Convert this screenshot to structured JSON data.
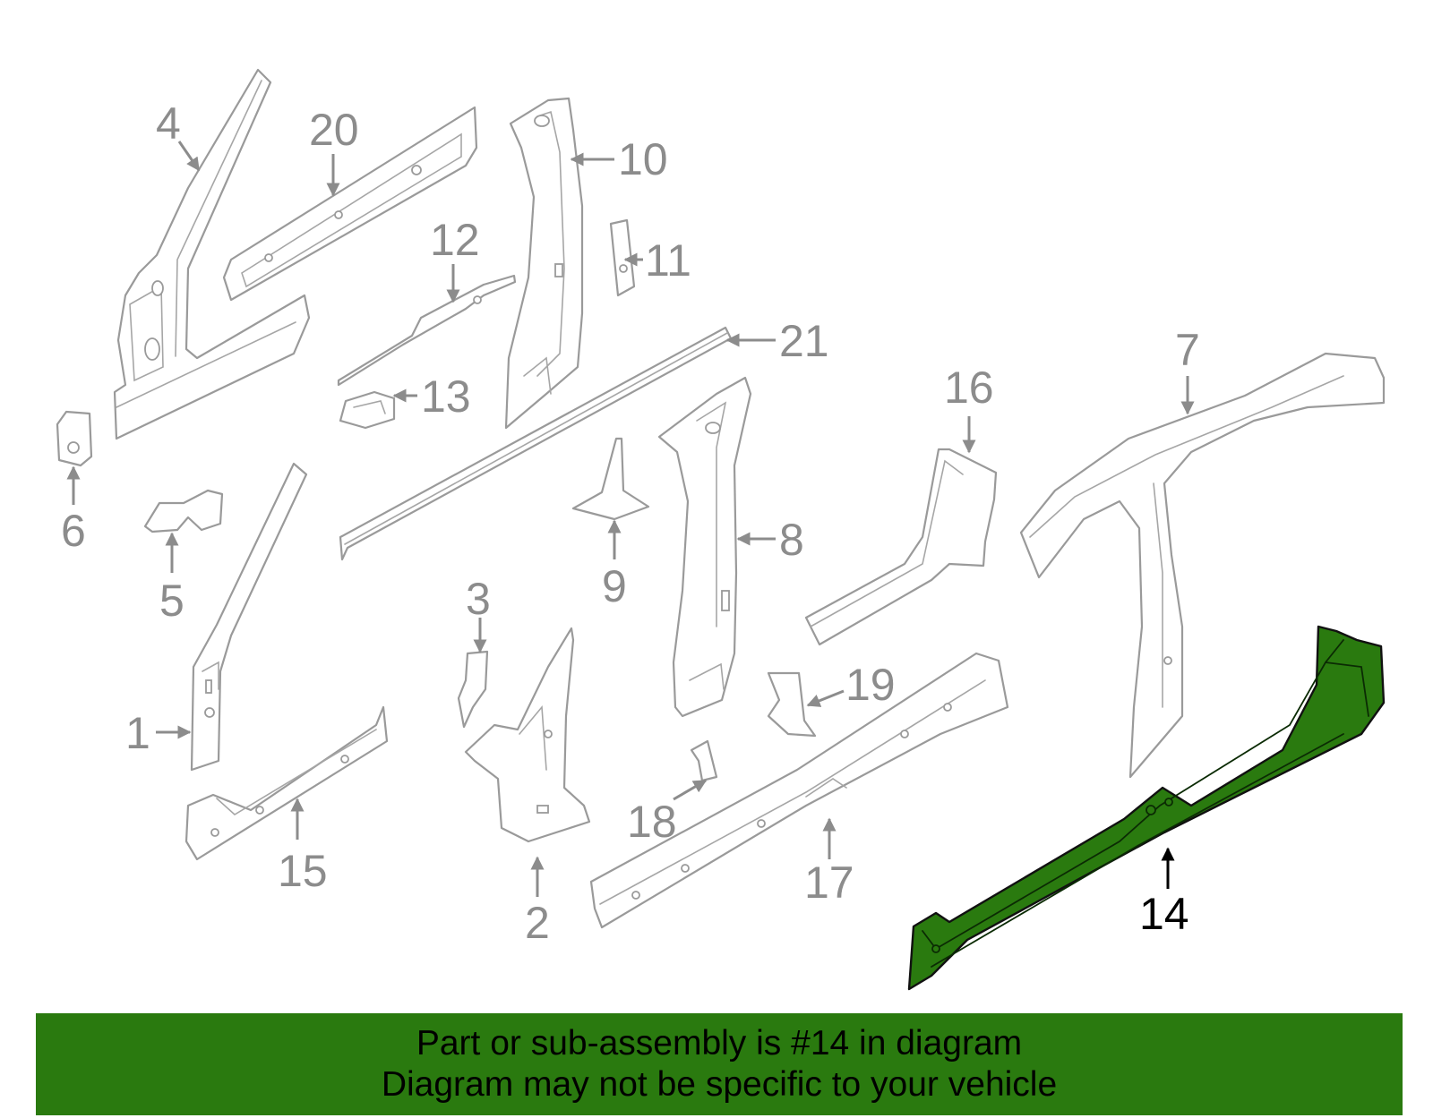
{
  "diagram": {
    "highlighted_part": "14",
    "callouts": [
      "1",
      "2",
      "3",
      "4",
      "5",
      "6",
      "7",
      "8",
      "9",
      "10",
      "11",
      "12",
      "13",
      "14",
      "15",
      "16",
      "17",
      "18",
      "19",
      "20",
      "21"
    ]
  },
  "banner": {
    "line1": "Part or sub-assembly is #14 in diagram",
    "line2": "Diagram may not be specific to your vehicle"
  },
  "colors": {
    "highlight": "#2a7a0f",
    "part_outline": "#9a9a9a",
    "label_gray": "#8c8c8c"
  }
}
